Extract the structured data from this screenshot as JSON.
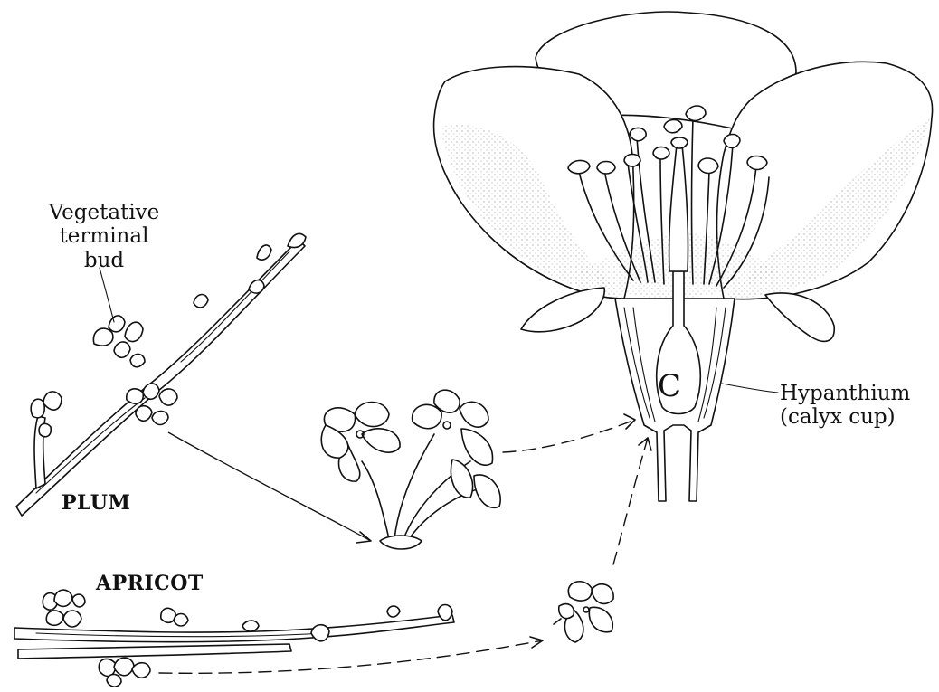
{
  "labels": {
    "vegetative_bud": [
      "Vegetative",
      "terminal",
      "bud"
    ],
    "plum": "PLUM",
    "apricot": "APRICOT",
    "hypanthium": [
      "Hypanthium",
      "(calyx cup)"
    ],
    "carpel_letter": "C"
  },
  "colors": {
    "ink": "#111111",
    "paper": "#ffffff",
    "stipple": "#9a9a9a"
  }
}
